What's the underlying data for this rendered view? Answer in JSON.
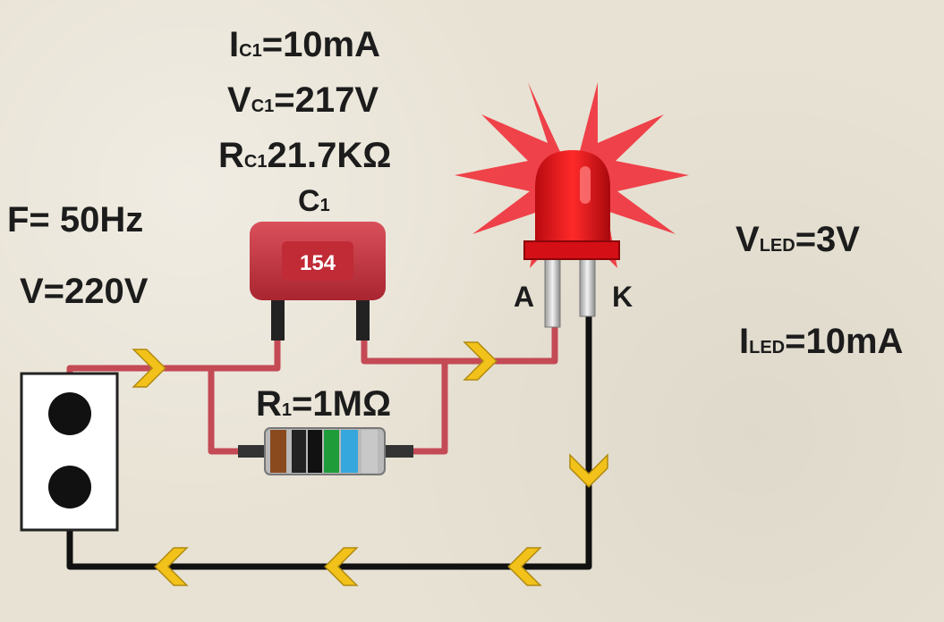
{
  "labels": {
    "ic1": {
      "main": "I",
      "sub": "C1",
      "rest": "=10mA"
    },
    "vc1": {
      "main": "V",
      "sub": "C1",
      "rest": "=217V"
    },
    "rc1": {
      "main": "R",
      "sub": "C1",
      "rest": "21.7KΩ"
    },
    "c1": {
      "main": "C",
      "sub": "1",
      "rest": ""
    },
    "freq": "F= 50Hz",
    "volt": "V=220V",
    "r1": {
      "main": "R",
      "sub": "1",
      "rest": "=1MΩ"
    },
    "vled": {
      "main": "V",
      "sub": "LED",
      "rest": "=3V"
    },
    "iled": {
      "main": "I",
      "sub": "LED",
      "rest": "=10mA"
    },
    "anode": "A",
    "cathode": "K"
  },
  "capacitor": {
    "code": "154"
  },
  "colors": {
    "capacitor_body": "#c9343f",
    "led_red": "#e0141a",
    "wire_positive": "#c44a55",
    "wire_negative": "#111111",
    "arrow_yellow": "#f2c21a",
    "band_colors": [
      "#8b4a1e",
      "#222222",
      "#111111",
      "#1f9c3a",
      "#35a7dd",
      "#c8c8c8"
    ]
  }
}
